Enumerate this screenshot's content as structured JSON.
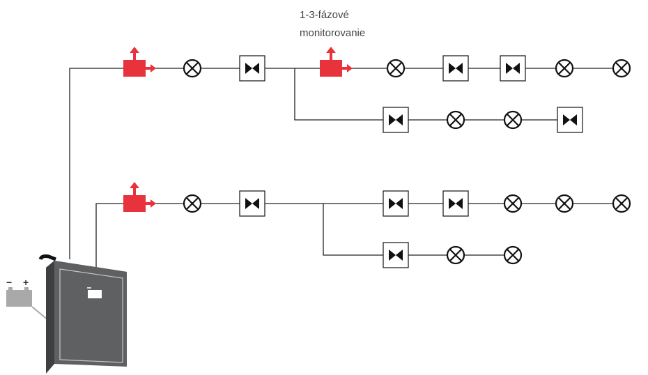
{
  "annotation": {
    "line1": "1-3-fázové",
    "line2": "monitorovanie"
  },
  "battery": {
    "minus": "−",
    "plus": "+"
  },
  "colors": {
    "monitor_accent": "#e8323c",
    "cabinet_body": "#5f6062",
    "cabinet_side": "#3e3f41",
    "battery_body": "#a9a9a9",
    "wire": "#222222"
  },
  "icons": {
    "luminaire": "lamp-cross-icon",
    "exit_sign": "bowtie-luminaire-icon",
    "monitor": "phase-monitor-icon",
    "battery": "battery-icon",
    "cabinet": "central-battery-cabinet-icon"
  },
  "circuits": [
    {
      "name": "circuit-1",
      "main_branch": [
        "monitor",
        "lamp",
        "exit",
        "monitor",
        "lamp",
        "exit",
        "exit",
        "lamp",
        "lamp"
      ],
      "sub_branch": [
        "exit",
        "lamp",
        "lamp",
        "exit"
      ]
    },
    {
      "name": "circuit-2",
      "main_branch": [
        "monitor",
        "lamp",
        "exit",
        "exit",
        "exit",
        "lamp",
        "lamp",
        "lamp"
      ],
      "sub_branch": [
        "exit",
        "lamp",
        "lamp"
      ]
    }
  ]
}
